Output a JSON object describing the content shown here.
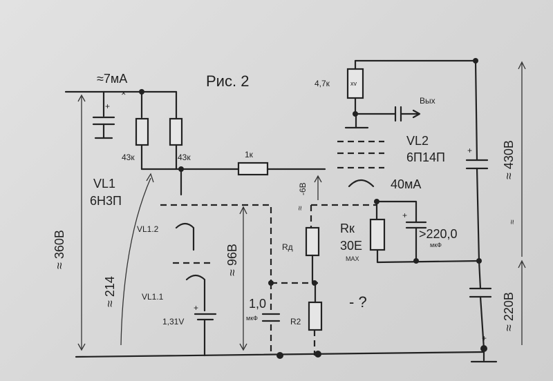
{
  "figure": {
    "title": "Рис. 2",
    "current_top": "≈7мА",
    "r1": "43к",
    "r2": "43к",
    "r_grid": "1к",
    "r_anode": "4,7к",
    "r_anode_symbol": "xv",
    "output": "Вых",
    "tube_upper": "VL2",
    "tube_upper_type": "6П14П",
    "tube_lower": "VL1",
    "tube_lower_type": "6Н3П",
    "cathode_current": "40мА",
    "bias": "-6В",
    "bias_approx": "≈",
    "vl12": "VL1.2",
    "vl11": "VL1.1",
    "cell_voltage": "1,31V",
    "v_total": "≈ 360В",
    "v_214": "≈ 214",
    "v_96": "≈ 96В",
    "c_value": "1,0",
    "c_unit": "мкФ",
    "rd": "Rд",
    "r2_label": "R2",
    "rk": "Rк",
    "rk_value": "30Е",
    "rk_max": "МАХ",
    "ck_value": ">220,0",
    "ck_unit": "мкФ",
    "v_430": "≈ 430В",
    "v_220": "≈ 220В",
    "question": "- ?",
    "plus": "+",
    "approx": "≈"
  }
}
